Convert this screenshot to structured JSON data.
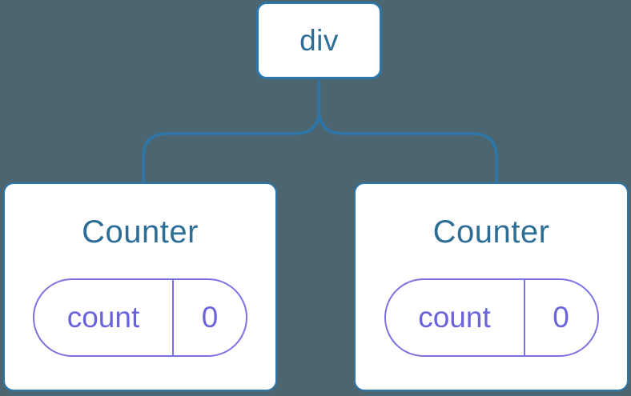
{
  "colors": {
    "canvas_bg": "#4c6671",
    "line_blue": "#2d76a9",
    "text_blue": "#2d6e96",
    "state_purple": "#6b63db",
    "state_border": "#7b71e2",
    "card_bg": "#ffffff"
  },
  "tree": {
    "root": {
      "label": "div"
    },
    "children": [
      {
        "title": "Counter",
        "state": {
          "key": "count",
          "value": "0"
        }
      },
      {
        "title": "Counter",
        "state": {
          "key": "count",
          "value": "0"
        }
      }
    ]
  }
}
